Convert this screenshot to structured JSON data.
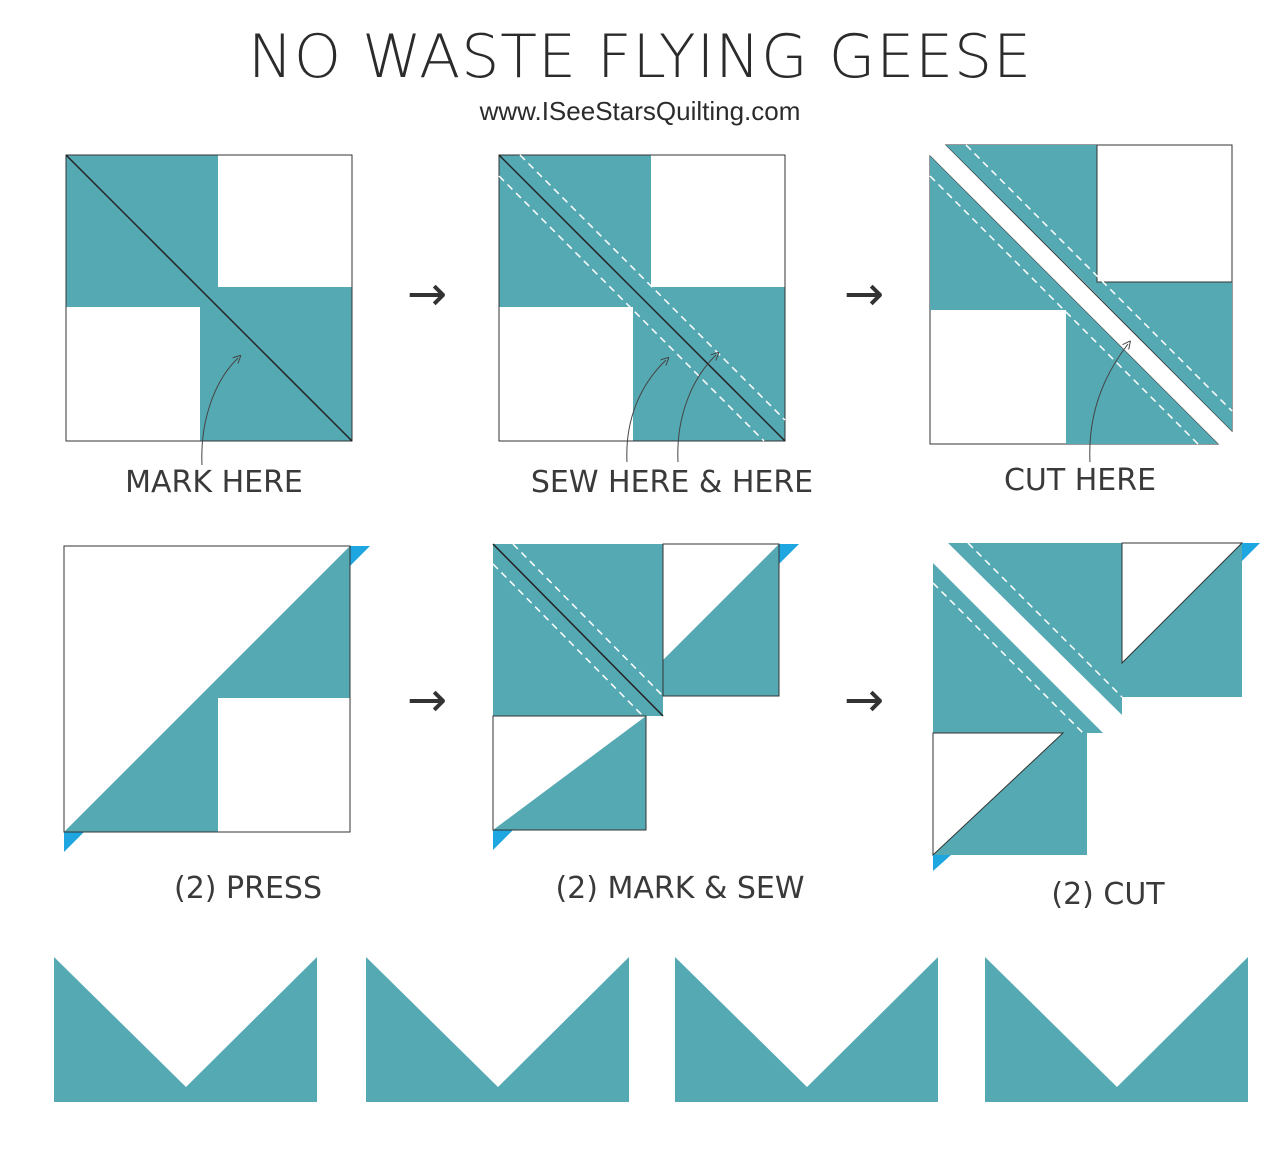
{
  "header": {
    "title": "NO WASTE FLYING GEESE",
    "website": "www.ISeeStarsQuilting.com"
  },
  "steps": {
    "step1_label": "MARK  HERE",
    "step2_label": "SEW  HERE & HERE",
    "step3_label": "CUT HERE",
    "step4_label": "(2) PRESS",
    "step5_label": "(2) MARK & SEW",
    "step6_label": "(2) CUT"
  },
  "arrow_glyph": "→",
  "colors": {
    "teal": "#55a9b3",
    "accent_blue": "#1ea6e0",
    "outline": "#333333",
    "stitch": "#ffffff"
  },
  "flying_geese_count": 4
}
